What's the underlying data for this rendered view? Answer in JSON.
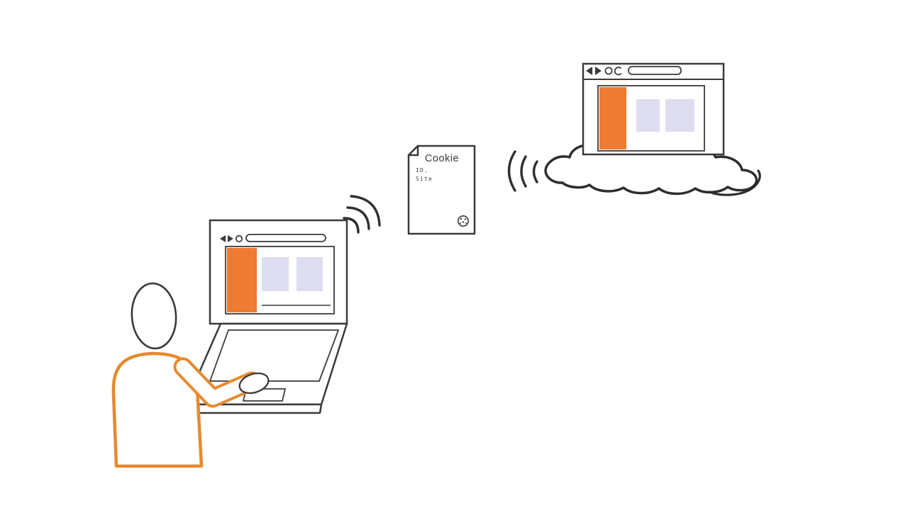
{
  "cookie_document": {
    "title": "Cookie",
    "fields": [
      "ID.",
      "Site"
    ]
  },
  "colors": {
    "background": "#FFFFFF",
    "outline_dark": "#3A3A3A",
    "cloud_outline": "#2D2D2D",
    "accent_orange": "#ED7B31",
    "person_outline": "#E68A2E",
    "placeholder_lavender": "#DEDDEF"
  },
  "icons": {
    "browser_back": "left-filled-triangle",
    "browser_forward": "right-filled-triangle",
    "browser_stop": "open-circle",
    "browser_refresh": "c-shaped-arc",
    "cookie": "dotted-circle",
    "signal_waves": "three-nested-arcs"
  }
}
